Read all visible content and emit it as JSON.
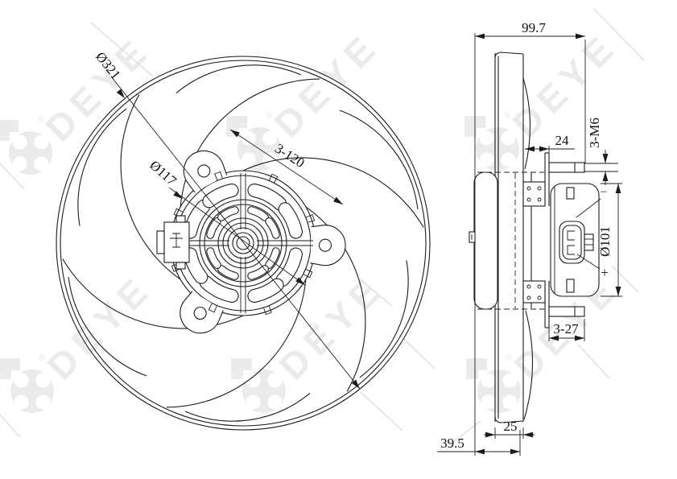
{
  "drawing": {
    "type": "radiator-cooling-fan technical drawing",
    "colors": {
      "line": "#1b1b1b",
      "watermark": "#ebebeb",
      "background": "#ffffff"
    },
    "front_view": {
      "dim_fan_diameter": "Ø321",
      "dim_hub_diameter": "Ø117",
      "dim_mount_holes": "3-120"
    },
    "side_view": {
      "dim_overall_depth": "99.7",
      "dim_bracket_offset": "24",
      "dim_stud_thread": "3-M6",
      "dim_motor_diameter": "Ø101",
      "dim_stud_length": "3-27",
      "dim_ring_depth": "25",
      "dim_shroud_depth": "39.5",
      "terminal_negative": "−",
      "terminal_positive": "+"
    },
    "watermark": {
      "brand": "DEYE",
      "registered": "®"
    }
  }
}
